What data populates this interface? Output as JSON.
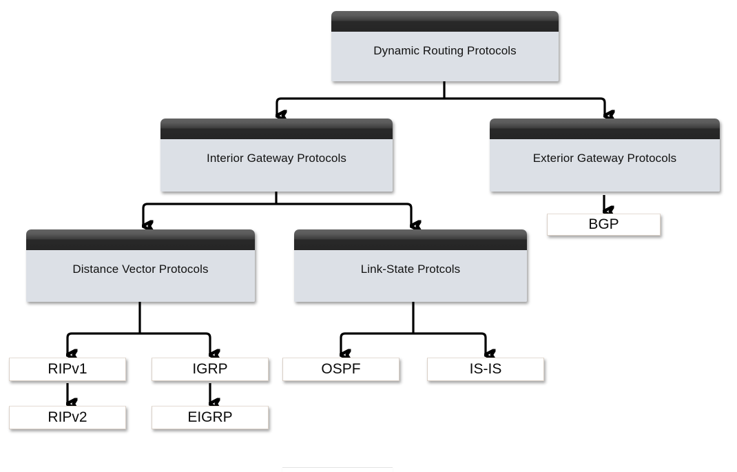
{
  "diagram": {
    "title": "Dynamic Routing Protocols",
    "type": "hierarchy-tree",
    "background_color": "#ffffff",
    "connector_color": "#000000",
    "major_node_header_color": "#2a2a2a",
    "major_node_body_color": "#dce0e6",
    "leaf_node_color": "#ffffff",
    "nodes": {
      "root": {
        "label": "Dynamic Routing Protocols"
      },
      "igp": {
        "label": "Interior Gateway Protocols"
      },
      "egp": {
        "label": "Exterior Gateway Protocols"
      },
      "distance_vector": {
        "label": "Distance Vector Protocols"
      },
      "link_state": {
        "label": "Link-State Protcols"
      },
      "bgp": {
        "label": "BGP"
      },
      "ripv1": {
        "label": "RIPv1"
      },
      "ripv2": {
        "label": "RIPv2"
      },
      "igrp": {
        "label": "IGRP"
      },
      "eigrp": {
        "label": "EIGRP"
      },
      "ospf": {
        "label": "OSPF"
      },
      "isis": {
        "label": "IS-IS"
      }
    },
    "edges": [
      {
        "from": "root",
        "to": "igp"
      },
      {
        "from": "root",
        "to": "egp"
      },
      {
        "from": "igp",
        "to": "distance_vector"
      },
      {
        "from": "igp",
        "to": "link_state"
      },
      {
        "from": "egp",
        "to": "bgp"
      },
      {
        "from": "distance_vector",
        "to": "ripv1"
      },
      {
        "from": "distance_vector",
        "to": "igrp"
      },
      {
        "from": "link_state",
        "to": "ospf"
      },
      {
        "from": "link_state",
        "to": "isis"
      },
      {
        "from": "ripv1",
        "to": "ripv2"
      },
      {
        "from": "igrp",
        "to": "eigrp"
      }
    ]
  }
}
